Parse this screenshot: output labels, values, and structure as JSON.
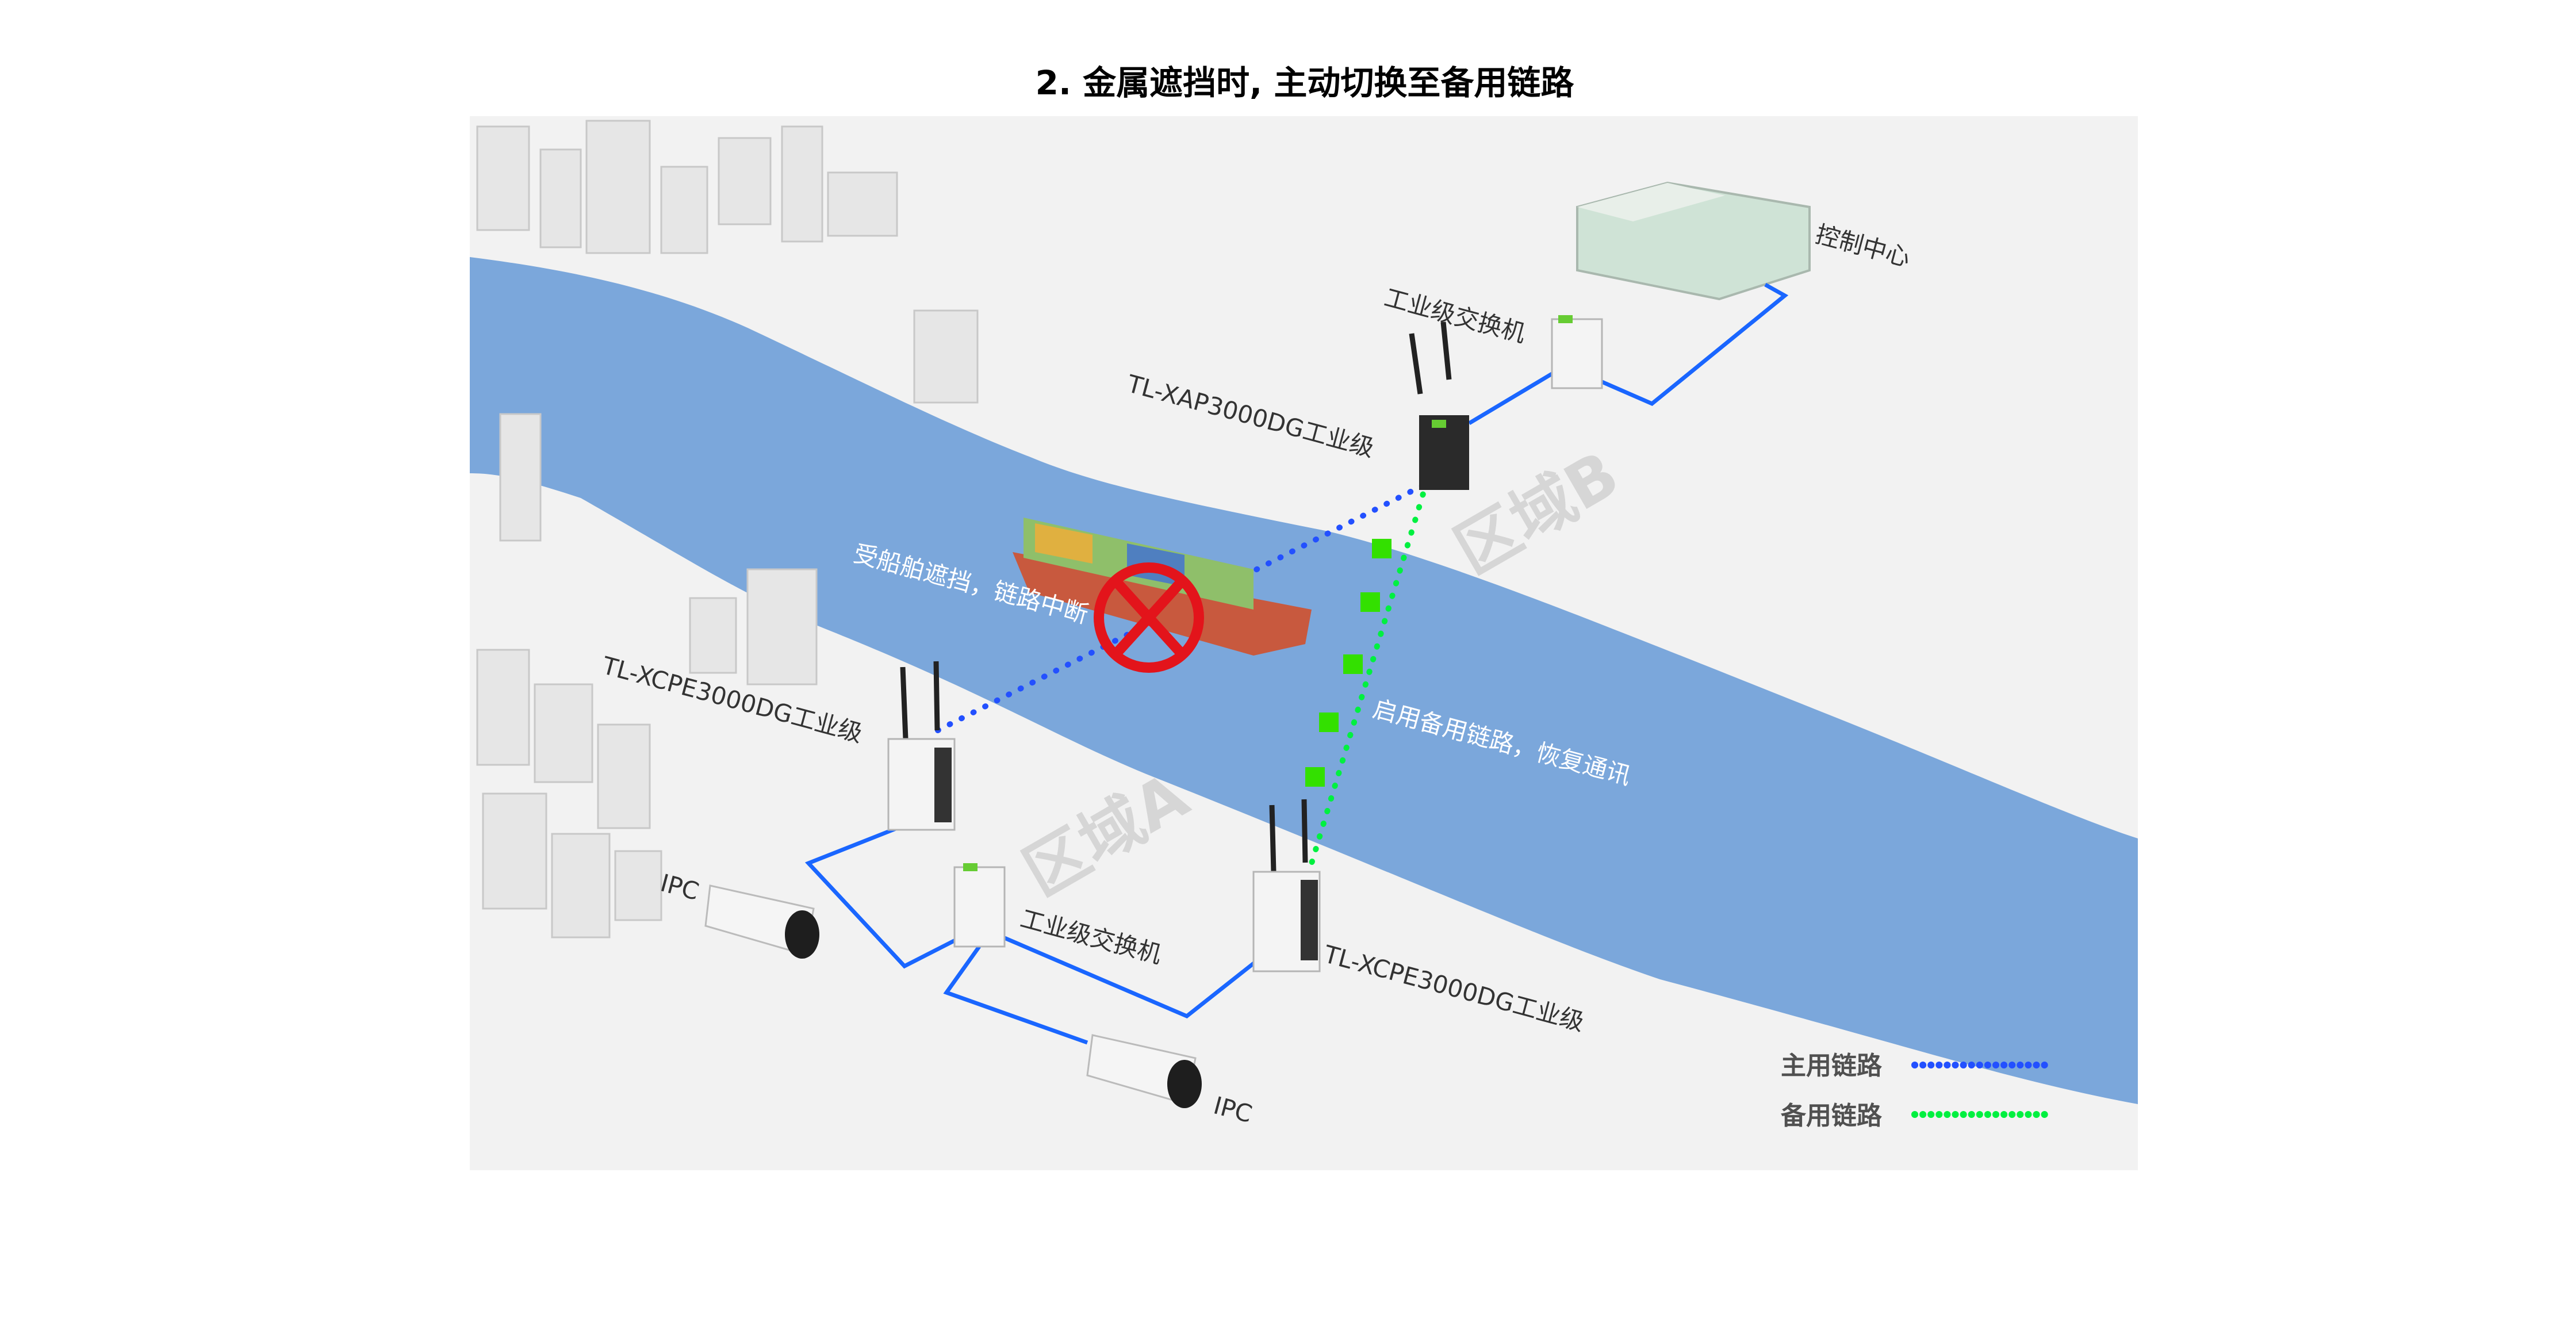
{
  "title": "2. 金属遮挡时, 主动切换至备用链路",
  "labels": {
    "control_center": "控制中心",
    "switch_top": "工业级交换机",
    "ap": "TL-XAP3000DG工业级",
    "blocked": "受船舶遮挡，链路中断",
    "cpe_left": "TL-XCPE3000DG工业级",
    "backup_enabled": "启用备用链路，恢复通讯",
    "zone_b": "区域B",
    "zone_a": "区域A",
    "ipc_left": "IPC",
    "switch_bottom": "工业级交换机",
    "cpe_right": "TL-XCPE3000DG工业级",
    "ipc_bottom": "IPC"
  },
  "legend": [
    {
      "label": "主用链路",
      "color": "#2350ff"
    },
    {
      "label": "备用链路",
      "color": "#00f040"
    }
  ],
  "colors": {
    "river": "#7ba7db",
    "background": "#f2f2f2",
    "cable": "#1a66ff",
    "block": "#e3141b"
  }
}
